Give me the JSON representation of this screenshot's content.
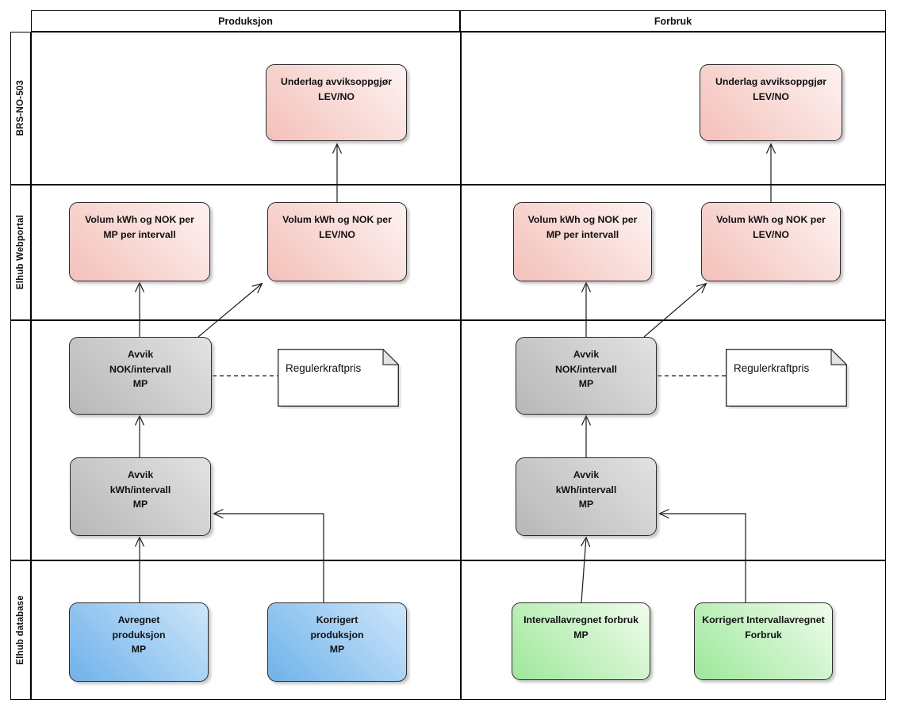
{
  "columns": {
    "produksjon": "Produksjon",
    "forbruk": "Forbruk"
  },
  "lanes": {
    "brs": "BRS-NO-503",
    "webportal": "Elhub Webportal",
    "middle": "",
    "database": "Elhub database"
  },
  "nodes": {
    "p_underlag": "Underlag avviksoppgjør\nLEV/NO",
    "p_volum_mp": "Volum kWh og NOK per\nMP per intervall",
    "p_volum_lev": "Volum kWh og NOK per\nLEV/NO",
    "p_avvik_nok": "Avvik\nNOK/intervall\nMP",
    "p_avvik_kwh": "Avvik\nkWh/intervall\nMP",
    "p_avregnet": "Avregnet\nproduksjon\nMP",
    "p_korrigert": "Korrigert\nproduksjon\nMP",
    "f_underlag": "Underlag avviksoppgjør\nLEV/NO",
    "f_volum_mp": "Volum kWh og NOK per\nMP per intervall",
    "f_volum_lev": "Volum kWh og NOK per\nLEV/NO",
    "f_avvik_nok": "Avvik\nNOK/intervall\nMP",
    "f_avvik_kwh": "Avvik\nkWh/intervall\nMP",
    "f_intervall": "Intervallavregnet forbruk\nMP",
    "f_korrigert": "Korrigert Intervallavregnet\nForbruk"
  },
  "notes": {
    "p": "Regulerkraftpris",
    "f": "Regulerkraftpris"
  },
  "colors": {
    "pink": [
      "#fdf3f2",
      "#f4c0b9"
    ],
    "gray": [
      "#e2e2e2",
      "#b7b7b7"
    ],
    "blue": [
      "#cde6fa",
      "#6fb2ea"
    ],
    "green": [
      "#f0fcec",
      "#9ce899"
    ]
  }
}
